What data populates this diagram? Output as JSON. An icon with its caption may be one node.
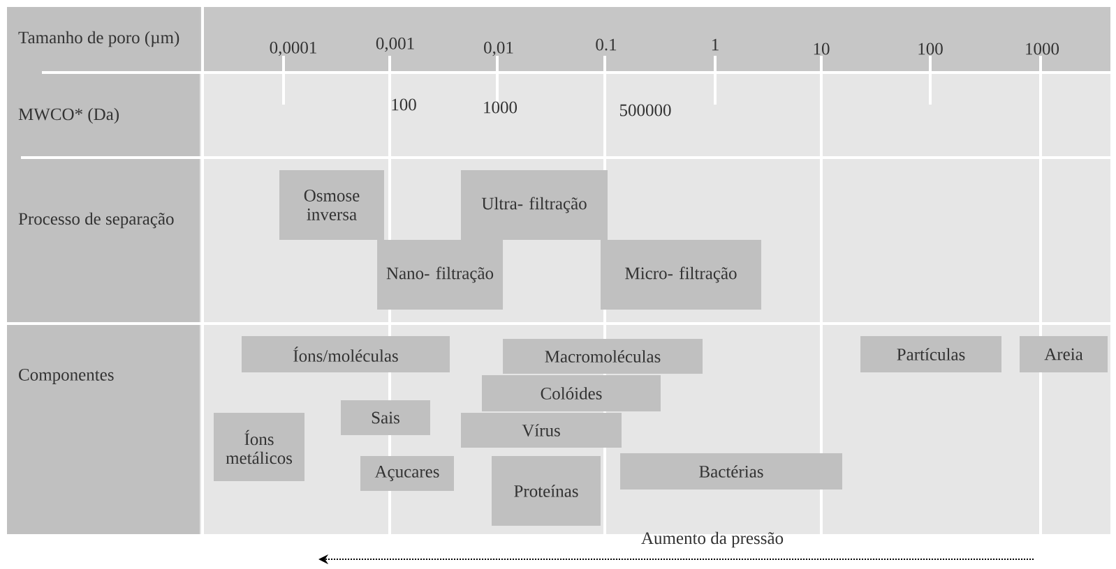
{
  "diagram": {
    "nodes": [
      {
        "text": [
          "Osmose inversa"
        ]
      },
      {
        "text": [
          "Ultra- filtração"
        ]
      },
      {
        "text": [
          "Nano- filtração"
        ]
      },
      {
        "text": [
          "Micro- filtração"
        ]
      },
      {
        "text": [
          "Íons/moléculas"
        ]
      },
      {
        "text": [
          "Macromoléculas"
        ]
      },
      {
        "text": [
          "Colóides"
        ]
      },
      {
        "text": [
          "Partículas"
        ]
      },
      {
        "text": [
          "Areia"
        ]
      },
      {
        "text": [
          "Sais"
        ]
      },
      {
        "text": [
          "Vírus"
        ]
      },
      {
        "text": [
          "Íons metálicos"
        ]
      },
      {
        "text": [
          "Açucares"
        ]
      },
      {
        "text": [
          "Proteínas"
        ]
      },
      {
        "text": [
          "Bactérias"
        ]
      }
    ],
    "labels": [
      "Tamanho de poro (µm)",
      "0,0001",
      "0,001",
      "0,01",
      "0.1",
      "1",
      "10",
      "100",
      "1000",
      "MWCO* (Da)",
      "100",
      "1000",
      "500000",
      "Processo de separação",
      "Componentes",
      "Aumento da pressão"
    ]
  }
}
